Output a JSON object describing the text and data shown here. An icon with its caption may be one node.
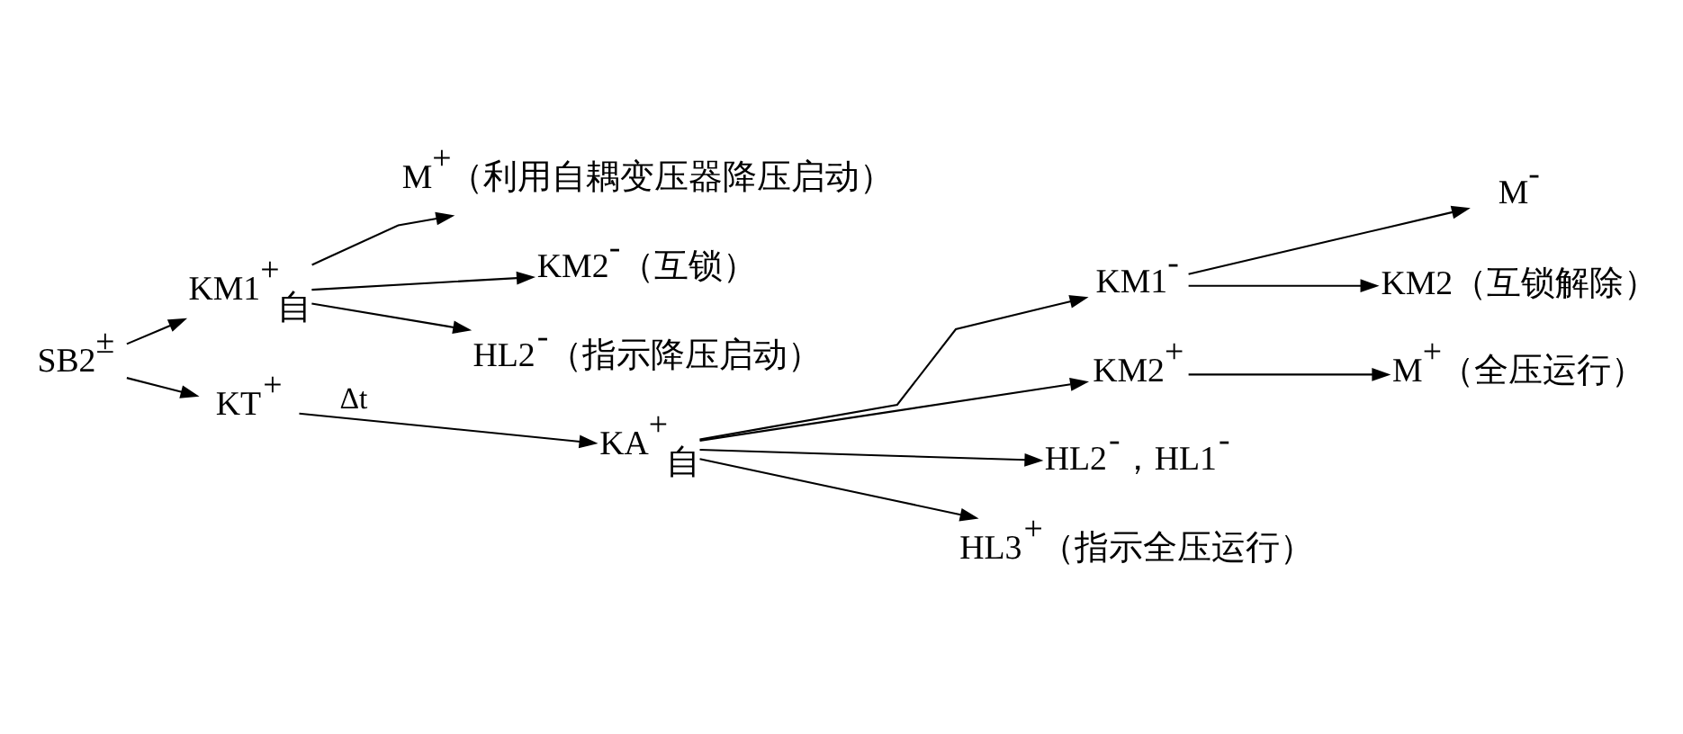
{
  "diagram": {
    "nodes": [
      {
        "text": [
          "SB2$^{±}$"
        ]
      },
      {
        "text": [
          "KM1$^{+}$$_{自}$"
        ]
      },
      {
        "text": [
          "M$^{+}$（利用自耦变压器降压启动）"
        ]
      },
      {
        "text": [
          "KM2$^{-}$（互锁）"
        ]
      },
      {
        "text": [
          "HL2$^{-}$（指示降压启动）"
        ]
      },
      {
        "text": [
          "KT$^{+}$"
        ]
      },
      {
        "text": [
          "KA$^{+}$$_{自}$"
        ]
      },
      {
        "text": [
          "KM1$^{-}$"
        ]
      },
      {
        "text": [
          "M$^{-}$"
        ]
      },
      {
        "text": [
          "KM2（互锁解除）"
        ]
      },
      {
        "text": [
          "KM2$^{+}$"
        ]
      },
      {
        "text": [
          "M$^{+}$（全压运行）"
        ]
      },
      {
        "text": [
          "HL2$^{-}$，HL1$^{-}$"
        ]
      },
      {
        "text": [
          "HL3$^{+}$（指示全压运行）"
        ]
      }
    ],
    "edges": [
      {
        "from": 0,
        "to": 1,
        "arrow": "to"
      },
      {
        "from": 0,
        "to": 5,
        "arrow": "to"
      },
      {
        "from": 1,
        "to": 2,
        "arrow": "to"
      },
      {
        "from": 1,
        "to": 3,
        "arrow": "to"
      },
      {
        "from": 1,
        "to": 4,
        "arrow": "to"
      },
      {
        "from": 5,
        "to": 6,
        "arrow": "to",
        "label": "Δt"
      },
      {
        "from": 6,
        "to": 7,
        "arrow": "to"
      },
      {
        "from": 6,
        "to": 10,
        "arrow": "to"
      },
      {
        "from": 6,
        "to": 12,
        "arrow": "to"
      },
      {
        "from": 6,
        "to": 13,
        "arrow": "to"
      },
      {
        "from": 7,
        "to": 8,
        "arrow": "to"
      },
      {
        "from": 7,
        "to": 9,
        "arrow": "to"
      },
      {
        "from": 10,
        "to": 11,
        "arrow": "to"
      }
    ]
  }
}
